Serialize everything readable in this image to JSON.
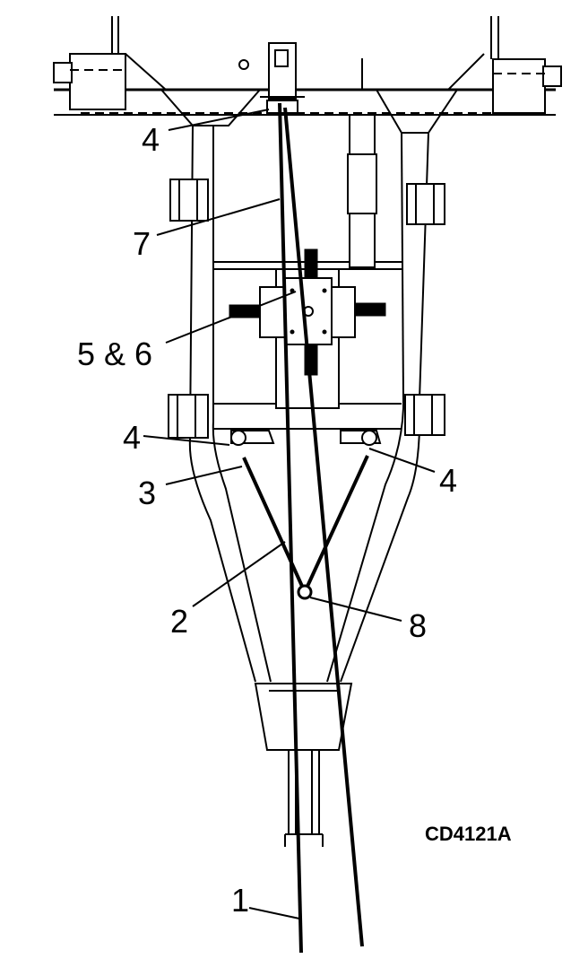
{
  "labels": {
    "l1": "1",
    "l2": "2",
    "l3": "3",
    "l4_top": "4",
    "l4_left": "4",
    "l4_right": "4",
    "l56": "5 & 6",
    "l7": "7",
    "l8": "8"
  },
  "figure_id": "CD4121A"
}
